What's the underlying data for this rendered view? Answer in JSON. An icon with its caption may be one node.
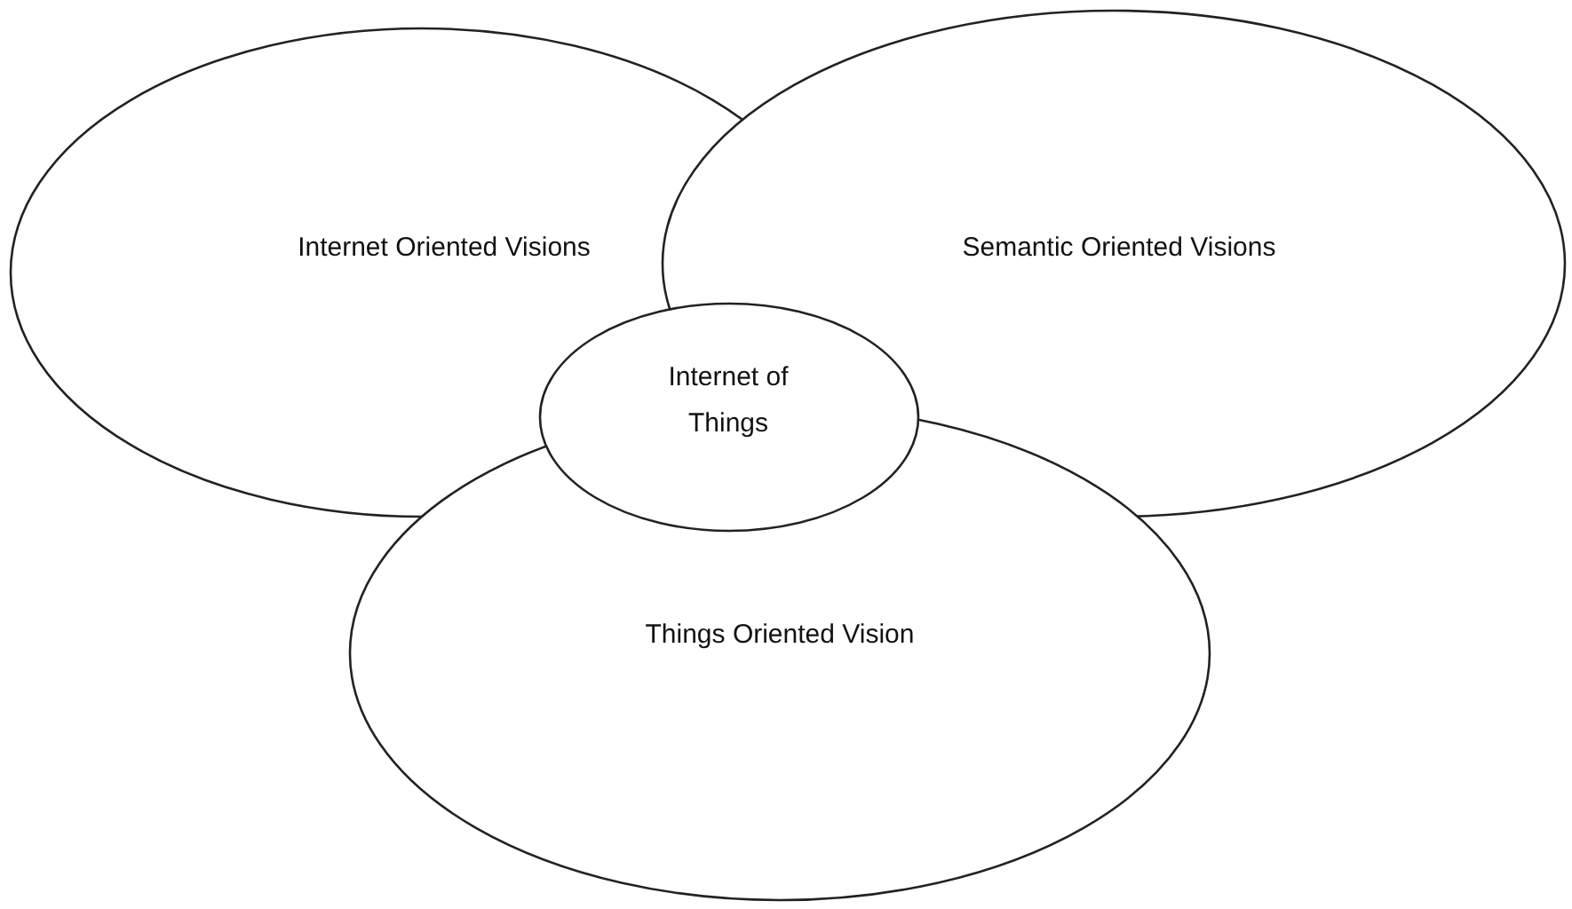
{
  "diagram": {
    "nodes": [
      {
        "text": [
          "Internet Oriented Visions"
        ]
      },
      {
        "text": [
          "Semantic Oriented Visions"
        ]
      },
      {
        "text": [
          "Internet of Things"
        ]
      },
      {
        "text": [
          "Things Oriented Vision"
        ]
      }
    ]
  }
}
